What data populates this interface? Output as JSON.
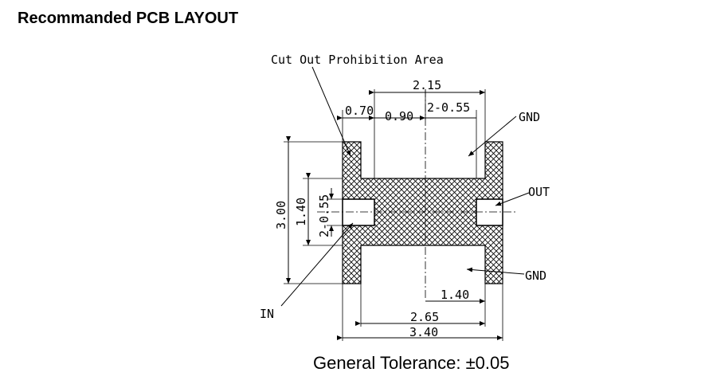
{
  "title": "Recommanded PCB LAYOUT",
  "tolerance": "General Tolerance: ±0.05",
  "callouts": {
    "cutout": "Cut Out Prohibition Area",
    "gnd_top": "GND",
    "out": "OUT",
    "gnd_bottom": "GND",
    "in": "IN"
  },
  "dimensions": {
    "d_215": "2.15",
    "d_070": "0.70",
    "d_090": "0.90",
    "d_2x055_top": "2-0.55",
    "d_300": "3.00",
    "d_140_v": "1.40",
    "d_2x055_v": "2-0.55",
    "d_140_h": "1.40",
    "d_265": "2.65",
    "d_340": "3.40"
  }
}
